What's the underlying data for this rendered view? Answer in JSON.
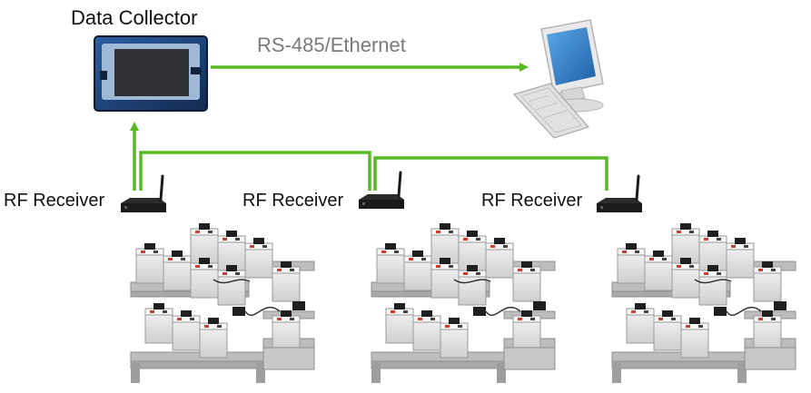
{
  "diagram": {
    "collector_title": "Data Collector",
    "link_label": "RS-485/Ethernet",
    "receivers": [
      {
        "label": "RF Receiver"
      },
      {
        "label": "RF Receiver"
      },
      {
        "label": "RF Receiver"
      }
    ]
  },
  "colors": {
    "link": "#58b926",
    "device_body": "#1c3f73",
    "screen": "#2f3134",
    "battery_case": "#e3e3e3",
    "rack": "#bdbdbd",
    "terminal_red": "#d33a2f",
    "receiver": "#2b2b2b"
  },
  "icons": [
    "data-collector-device",
    "computer-icon",
    "rf-receiver-icon",
    "battery-bank-icon"
  ]
}
